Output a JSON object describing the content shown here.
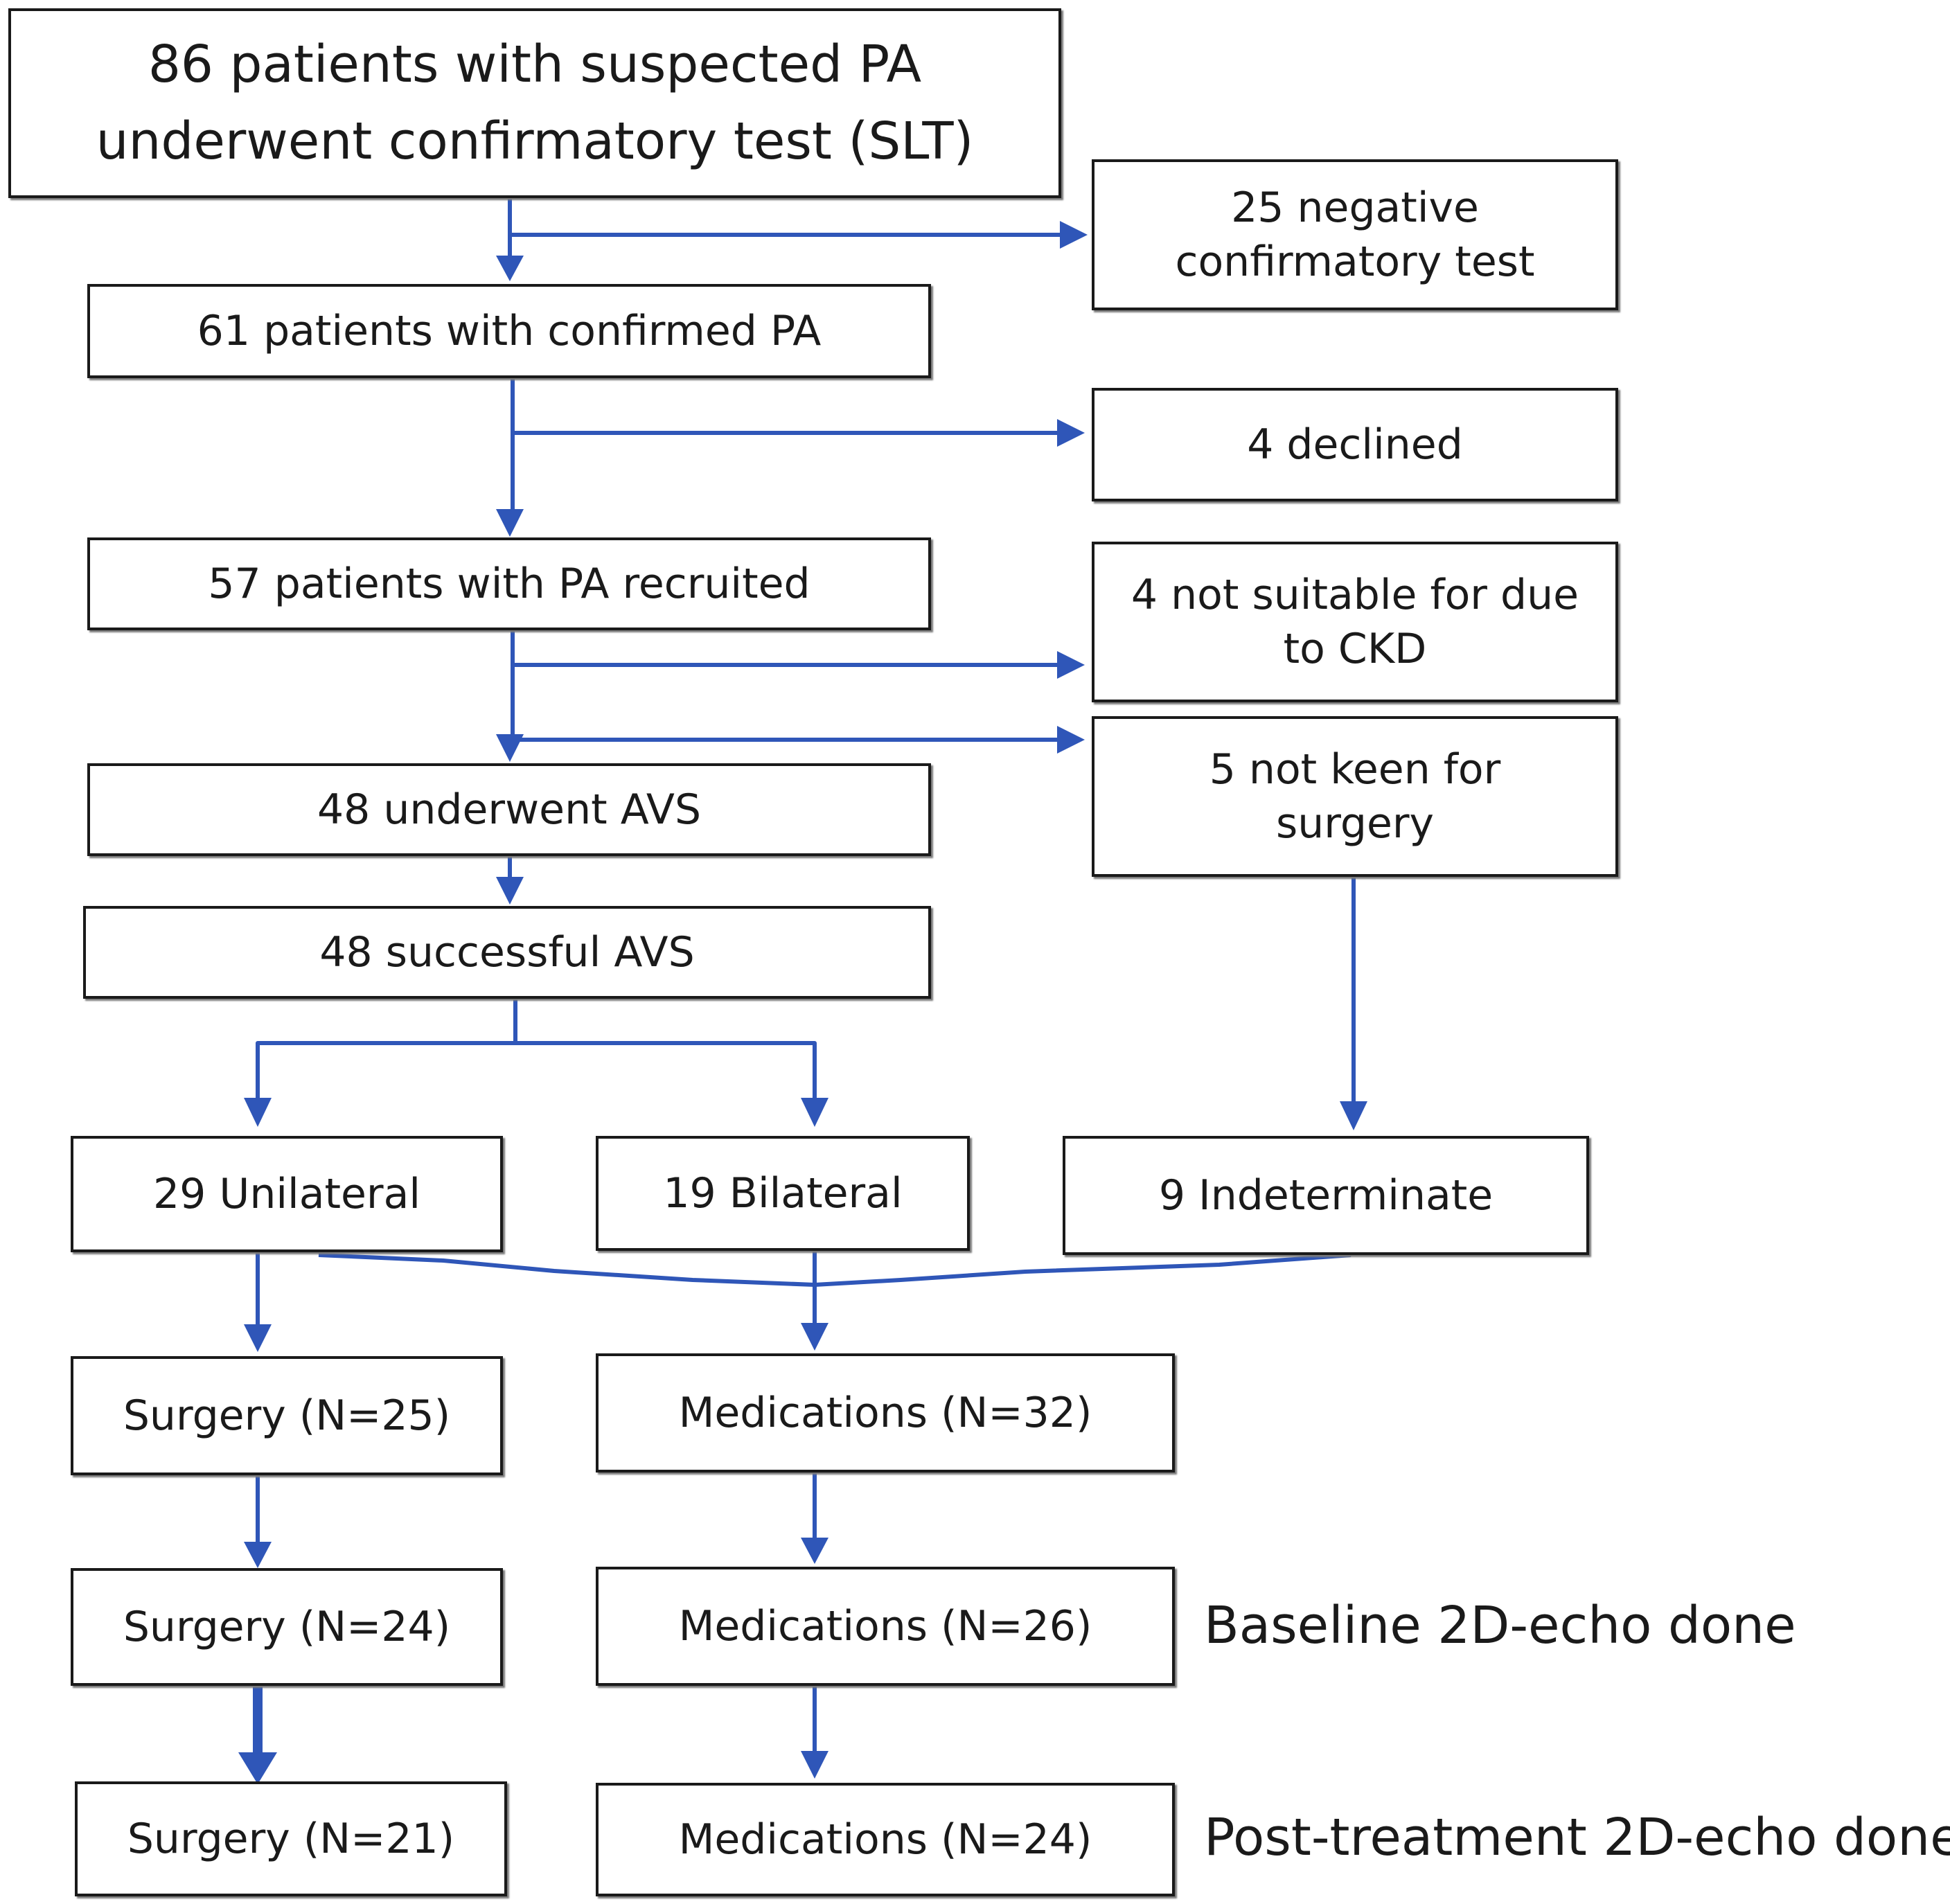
{
  "flowchart": {
    "accent_color": "#2f56b8",
    "nodes": {
      "screened": "86 patients with suspected PA underwent confirmatory test (SLT)",
      "negative": "25 negative confirmatory test",
      "confirmed": "61 patients with confirmed PA",
      "declined": "4 declined",
      "recruited": "57 patients with PA recruited",
      "ckd": "4 not suitable for due to CKD",
      "not_keen": "5 not keen for surgery",
      "avs": "48 underwent AVS",
      "successful_avs": "48 successful AVS",
      "unilateral": "29 Unilateral",
      "bilateral": "19 Bilateral",
      "indeterminate": "9 Indeterminate",
      "surgery_1": "Surgery (N=25)",
      "medications_1": "Medications (N=32)",
      "surgery_2": "Surgery (N=24)",
      "medications_2": "Medications (N=26)",
      "surgery_3": "Surgery (N=21)",
      "medications_3": "Medications (N=24)"
    },
    "annotations": {
      "baseline": "Baseline 2D-echo done",
      "post_treatment": "Post-treatment 2D-echo done"
    }
  }
}
